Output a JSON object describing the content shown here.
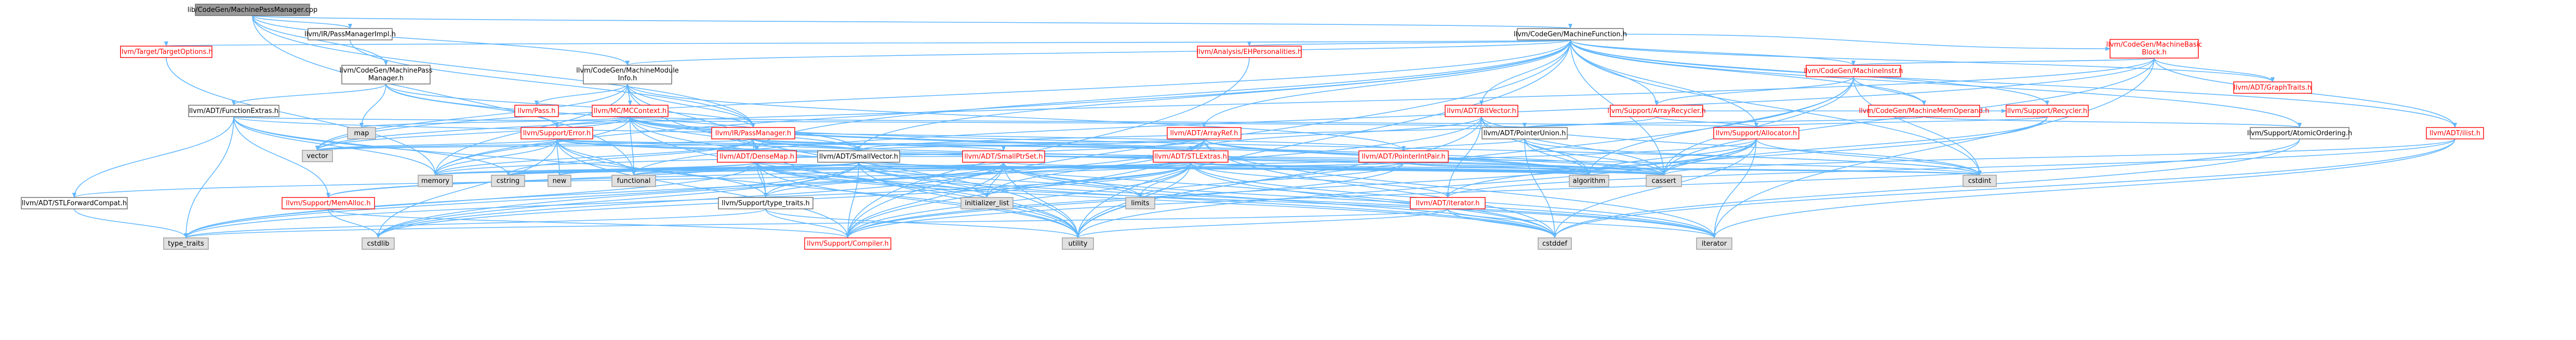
{
  "colors": {
    "background": "#ffffff",
    "edge": "#63b8ff",
    "root_fill": "#999999",
    "root_border": "#666666",
    "root_text": "#000000",
    "internal_fill": "#ffffff",
    "internal_border": "#666666",
    "internal_text": "#000000",
    "linked_fill": "#ffffff",
    "linked_border": "#ff0000",
    "linked_text": "#ff0000",
    "external_fill": "#e0e0e0",
    "external_border": "#999999",
    "external_text": "#000000"
  },
  "nodes": [
    {
      "id": "root",
      "label": "lib/CodeGen/MachinePassManager.cpp",
      "kind": "root"
    },
    {
      "id": "passmanagerimpl",
      "label": "llvm/IR/PassManagerImpl.h",
      "kind": "internal"
    },
    {
      "id": "machinefunction",
      "label": "llvm/CodeGen/MachineFunction.h",
      "kind": "internal"
    },
    {
      "id": "targetoptions",
      "label": "llvm/Target/TargetOptions.h",
      "kind": "linked"
    },
    {
      "id": "machinepassmanager",
      "label": "llvm/CodeGen/MachinePass Manager.h",
      "kind": "internal"
    },
    {
      "id": "machinemoduleinfo",
      "label": "llvm/CodeGen/MachineModule Info.h",
      "kind": "internal"
    },
    {
      "id": "ehpersonalities",
      "label": "llvm/Analysis/EHPersonalities.h",
      "kind": "linked"
    },
    {
      "id": "machinebasicblock",
      "label": "llvm/CodeGen/MachineBasic Block.h",
      "kind": "linked"
    },
    {
      "id": "machineinstr",
      "label": "llvm/CodeGen/MachineInstr.h",
      "kind": "linked"
    },
    {
      "id": "graphtraits",
      "label": "llvm/ADT/GraphTraits.h",
      "kind": "linked"
    },
    {
      "id": "functionextras",
      "label": "llvm/ADT/FunctionExtras.h",
      "kind": "internal"
    },
    {
      "id": "passh",
      "label": "llvm/Pass.h",
      "kind": "linked"
    },
    {
      "id": "mccontext",
      "label": "llvm/MC/MCContext.h",
      "kind": "linked"
    },
    {
      "id": "bitvector",
      "label": "llvm/ADT/BitVector.h",
      "kind": "linked"
    },
    {
      "id": "arrayrecycler",
      "label": "llvm/Support/ArrayRecycler.h",
      "kind": "linked"
    },
    {
      "id": "machinememoperand",
      "label": "llvm/CodeGen/MachineMemOperand.h",
      "kind": "linked"
    },
    {
      "id": "recycler",
      "label": "llvm/Support/Recycler.h",
      "kind": "linked"
    },
    {
      "id": "atomicordering",
      "label": "llvm/Support/AtomicOrdering.h",
      "kind": "internal"
    },
    {
      "id": "ilist",
      "label": "llvm/ADT/ilist.h",
      "kind": "linked"
    },
    {
      "id": "map",
      "label": "map",
      "kind": "external"
    },
    {
      "id": "supporterror",
      "label": "llvm/Support/Error.h",
      "kind": "linked"
    },
    {
      "id": "irpassmanager",
      "label": "llvm/IR/PassManager.h",
      "kind": "linked"
    },
    {
      "id": "arrayref",
      "label": "llvm/ADT/ArrayRef.h",
      "kind": "linked"
    },
    {
      "id": "pointerunion",
      "label": "llvm/ADT/PointerUnion.h",
      "kind": "internal"
    },
    {
      "id": "allocator",
      "label": "llvm/Support/Allocator.h",
      "kind": "linked"
    },
    {
      "id": "vector",
      "label": "vector",
      "kind": "external"
    },
    {
      "id": "densemap",
      "label": "llvm/ADT/DenseMap.h",
      "kind": "linked"
    },
    {
      "id": "smallvector",
      "label": "llvm/ADT/SmallVector.h",
      "kind": "internal"
    },
    {
      "id": "smallptrset",
      "label": "llvm/ADT/SmallPtrSet.h",
      "kind": "linked"
    },
    {
      "id": "stlextras",
      "label": "llvm/ADT/STLExtras.h",
      "kind": "linked"
    },
    {
      "id": "pointerintpair",
      "label": "llvm/ADT/PointerIntPair.h",
      "kind": "linked"
    },
    {
      "id": "stlforwardcompat",
      "label": "llvm/ADT/STLForwardCompat.h",
      "kind": "internal"
    },
    {
      "id": "memalloc",
      "label": "llvm/Support/MemAlloc.h",
      "kind": "linked"
    },
    {
      "id": "memory",
      "label": "memory",
      "kind": "external"
    },
    {
      "id": "cstring",
      "label": "cstring",
      "kind": "external"
    },
    {
      "id": "new",
      "label": "new",
      "kind": "external"
    },
    {
      "id": "functional",
      "label": "functional",
      "kind": "external"
    },
    {
      "id": "typetraits",
      "label": "llvm/Support/type_traits.h",
      "kind": "internal"
    },
    {
      "id": "initializerlist",
      "label": "initializer_list",
      "kind": "external"
    },
    {
      "id": "limits",
      "label": "limits",
      "kind": "external"
    },
    {
      "id": "iterator_h",
      "label": "llvm/ADT/iterator.h",
      "kind": "linked"
    },
    {
      "id": "algorithm",
      "label": "algorithm",
      "kind": "external"
    },
    {
      "id": "cassert",
      "label": "cassert",
      "kind": "external"
    },
    {
      "id": "cstdint",
      "label": "cstdint",
      "kind": "external"
    },
    {
      "id": "type_traits",
      "label": "type_traits",
      "kind": "external"
    },
    {
      "id": "cstdlib",
      "label": "cstdlib",
      "kind": "external"
    },
    {
      "id": "compiler",
      "label": "llvm/Support/Compiler.h",
      "kind": "linked"
    },
    {
      "id": "utility",
      "label": "utility",
      "kind": "external"
    },
    {
      "id": "cstddef",
      "label": "cstddef",
      "kind": "external"
    },
    {
      "id": "iterator",
      "label": "iterator",
      "kind": "external"
    }
  ],
  "edges": [
    [
      "root",
      "passmanagerimpl"
    ],
    [
      "root",
      "machinefunction"
    ],
    [
      "root",
      "machinepassmanager"
    ],
    [
      "root",
      "machinemoduleinfo"
    ],
    [
      "root",
      "functional"
    ],
    [
      "root",
      "irpassmanager"
    ],
    [
      "passmanagerimpl",
      "irpassmanager"
    ],
    [
      "machinefunction",
      "targetoptions"
    ],
    [
      "machinefunction",
      "machinemoduleinfo"
    ],
    [
      "machinefunction",
      "ehpersonalities"
    ],
    [
      "machinefunction",
      "machinebasicblock"
    ],
    [
      "machinefunction",
      "machineinstr"
    ],
    [
      "machinefunction",
      "graphtraits"
    ],
    [
      "machinefunction",
      "bitvector"
    ],
    [
      "machinefunction",
      "arrayrecycler"
    ],
    [
      "machinefunction",
      "machinememoperand"
    ],
    [
      "machinefunction",
      "recycler"
    ],
    [
      "machinefunction",
      "atomicordering"
    ],
    [
      "machinefunction",
      "ilist"
    ],
    [
      "machinefunction",
      "arrayref"
    ],
    [
      "machinefunction",
      "allocator"
    ],
    [
      "machinefunction",
      "densemap"
    ],
    [
      "machinefunction",
      "smallvector"
    ],
    [
      "machinefunction",
      "vector"
    ],
    [
      "machinefunction",
      "cassert"
    ],
    [
      "machinefunction",
      "cstdint"
    ],
    [
      "machinefunction",
      "memory"
    ],
    [
      "machinefunction",
      "utility"
    ],
    [
      "machinefunction",
      "compiler"
    ],
    [
      "targetoptions",
      "memory"
    ],
    [
      "machinepassmanager",
      "functionextras"
    ],
    [
      "machinepassmanager",
      "smallvector"
    ],
    [
      "machinepassmanager",
      "irpassmanager"
    ],
    [
      "machinepassmanager",
      "supporterror"
    ],
    [
      "machinepassmanager",
      "map"
    ],
    [
      "machinemoduleinfo",
      "passh"
    ],
    [
      "machinemoduleinfo",
      "mccontext"
    ],
    [
      "machinemoduleinfo",
      "densemap"
    ],
    [
      "machinemoduleinfo",
      "pointerintpair"
    ],
    [
      "machinemoduleinfo",
      "irpassmanager"
    ],
    [
      "machinemoduleinfo",
      "memory"
    ],
    [
      "machinemoduleinfo",
      "utility"
    ],
    [
      "machinemoduleinfo",
      "vector"
    ],
    [
      "ehpersonalities",
      "compiler"
    ],
    [
      "machinebasicblock",
      "graphtraits"
    ],
    [
      "machinebasicblock",
      "ilist"
    ],
    [
      "machinebasicblock",
      "machineinstr"
    ],
    [
      "machinebasicblock",
      "cassert"
    ],
    [
      "machinebasicblock",
      "functional"
    ],
    [
      "machinebasicblock",
      "iterator"
    ],
    [
      "machinebasicblock",
      "string"
    ],
    [
      "machinebasicblock",
      "vector"
    ],
    [
      "machineinstr",
      "densemapinfo"
    ],
    [
      "machineinstr",
      "pointersumtype"
    ],
    [
      "machineinstr",
      "machinememoperand"
    ],
    [
      "machineinstr",
      "arrayrecycler"
    ],
    [
      "machineinstr",
      "algorithm"
    ],
    [
      "machineinstr",
      "cassert"
    ],
    [
      "machineinstr",
      "cstdint"
    ],
    [
      "machineinstr",
      "utility"
    ],
    [
      "functionextras",
      "pointerintpair"
    ],
    [
      "functionextras",
      "pointerunion"
    ],
    [
      "functionextras",
      "stlforwardcompat"
    ],
    [
      "functionextras",
      "memalloc"
    ],
    [
      "functionextras",
      "typetraits"
    ],
    [
      "functionextras",
      "cstring"
    ],
    [
      "functionextras",
      "memory"
    ],
    [
      "functionextras",
      "type_traits"
    ],
    [
      "passh",
      "string"
    ],
    [
      "mccontext",
      "densemap"
    ],
    [
      "mccontext",
      "smallvector"
    ],
    [
      "mccontext",
      "supporterror"
    ],
    [
      "mccontext",
      "allocator"
    ],
    [
      "mccontext",
      "algorithm"
    ],
    [
      "mccontext",
      "cassert"
    ],
    [
      "mccontext",
      "cstddef"
    ],
    [
      "mccontext",
      "cstdint"
    ],
    [
      "mccontext",
      "functional"
    ],
    [
      "mccontext",
      "map"
    ],
    [
      "mccontext",
      "memory"
    ],
    [
      "mccontext",
      "utility"
    ],
    [
      "mccontext",
      "vector"
    ],
    [
      "bitvector",
      "stlextras"
    ],
    [
      "bitvector",
      "iterator_h"
    ],
    [
      "bitvector",
      "algorithm"
    ],
    [
      "bitvector",
      "cassert"
    ],
    [
      "bitvector",
      "climits"
    ],
    [
      "bitvector",
      "cstdint"
    ],
    [
      "bitvector",
      "cstdlib"
    ],
    [
      "bitvector",
      "utility"
    ],
    [
      "arrayrecycler",
      "smallvector"
    ],
    [
      "arrayrecycler",
      "allocator"
    ],
    [
      "arrayrecycler",
      "recycler"
    ],
    [
      "machinememoperand",
      "bitmaskenum"
    ],
    [
      "machinememoperand",
      "pointerunion"
    ],
    [
      "machinememoperand",
      "atomicordering"
    ],
    [
      "recycler",
      "iterator_h"
    ],
    [
      "recycler",
      "allocator"
    ],
    [
      "recycler",
      "cassert"
    ],
    [
      "atomicordering",
      "cstddef"
    ],
    [
      "atomicordering",
      "compiler"
    ],
    [
      "ilist",
      "iterator_h"
    ],
    [
      "ilist",
      "cassert"
    ],
    [
      "ilist",
      "cstddef"
    ],
    [
      "ilist",
      "iterator"
    ],
    [
      "supporterror",
      "stlextras"
    ],
    [
      "supporterror",
      "smallvector"
    ],
    [
      "supporterror",
      "compiler"
    ],
    [
      "supporterror",
      "algorithm"
    ],
    [
      "supporterror",
      "cassert"
    ],
    [
      "supporterror",
      "cstdint"
    ],
    [
      "supporterror",
      "cstdlib"
    ],
    [
      "supporterror",
      "functional"
    ],
    [
      "supporterror",
      "memory"
    ],
    [
      "supporterror",
      "new"
    ],
    [
      "supporterror",
      "utility"
    ],
    [
      "supporterror",
      "vector"
    ],
    [
      "irpassmanager",
      "densemap"
    ],
    [
      "irpassmanager",
      "stlextras"
    ],
    [
      "irpassmanager",
      "smallptrset"
    ],
    [
      "irpassmanager",
      "smallvector"
    ],
    [
      "irpassmanager",
      "typetraits"
    ],
    [
      "irpassmanager",
      "cassert"
    ],
    [
      "irpassmanager",
      "cstring"
    ],
    [
      "irpassmanager",
      "memory"
    ],
    [
      "irpassmanager",
      "utility"
    ],
    [
      "irpassmanager",
      "vector"
    ],
    [
      "arrayref",
      "stlextras"
    ],
    [
      "arrayref",
      "smallvector"
    ],
    [
      "arrayref",
      "compiler"
    ],
    [
      "arrayref",
      "algorithm"
    ],
    [
      "arrayref",
      "cassert"
    ],
    [
      "arrayref",
      "cstddef"
    ],
    [
      "arrayref",
      "initializerlist"
    ],
    [
      "arrayref",
      "iterator"
    ],
    [
      "arrayref",
      "memory"
    ],
    [
      "arrayref",
      "type_traits"
    ],
    [
      "arrayref",
      "vector"
    ],
    [
      "pointerunion",
      "pointerintpair"
    ],
    [
      "pointerunion",
      "algorithm"
    ],
    [
      "pointerunion",
      "cassert"
    ],
    [
      "pointerunion",
      "cstddef"
    ],
    [
      "pointerunion",
      "cstdint"
    ],
    [
      "allocator",
      "compiler"
    ],
    [
      "allocator",
      "memalloc"
    ],
    [
      "allocator",
      "algorithm"
    ],
    [
      "allocator",
      "cassert"
    ],
    [
      "allocator",
      "cstddef"
    ],
    [
      "allocator",
      "cstdint"
    ],
    [
      "allocator",
      "iterator"
    ],
    [
      "allocator",
      "utility"
    ],
    [
      "densemap",
      "stlextras"
    ],
    [
      "densemap",
      "memalloc"
    ],
    [
      "densemap",
      "typetraits"
    ],
    [
      "densemap",
      "algorithm"
    ],
    [
      "densemap",
      "cassert"
    ],
    [
      "densemap",
      "cstddef"
    ],
    [
      "densemap",
      "cstring"
    ],
    [
      "densemap",
      "initializerlist"
    ],
    [
      "densemap",
      "iterator"
    ],
    [
      "densemap",
      "new"
    ],
    [
      "densemap",
      "type_traits"
    ],
    [
      "densemap",
      "utility"
    ],
    [
      "smallvector",
      "compiler"
    ],
    [
      "smallvector",
      "typetraits"
    ],
    [
      "smallvector",
      "algorithm"
    ],
    [
      "smallvector",
      "cassert"
    ],
    [
      "smallvector",
      "cstddef"
    ],
    [
      "smallvector",
      "cstdlib"
    ],
    [
      "smallvector",
      "cstring"
    ],
    [
      "smallvector",
      "functional"
    ],
    [
      "smallvector",
      "initializerlist"
    ],
    [
      "smallvector",
      "iterator"
    ],
    [
      "smallvector",
      "limits"
    ],
    [
      "smallvector",
      "memory"
    ],
    [
      "smallvector",
      "new"
    ],
    [
      "smallvector",
      "type_traits"
    ],
    [
      "smallvector",
      "utility"
    ],
    [
      "smallptrset",
      "compiler"
    ],
    [
      "smallptrset",
      "typetraits"
    ],
    [
      "smallptrset",
      "cassert"
    ],
    [
      "smallptrset",
      "cstddef"
    ],
    [
      "smallptrset",
      "cstdlib"
    ],
    [
      "smallptrset",
      "cstring"
    ],
    [
      "smallptrset",
      "initializerlist"
    ],
    [
      "smallptrset",
      "iterator"
    ],
    [
      "smallptrset",
      "limits"
    ],
    [
      "smallptrset",
      "utility"
    ],
    [
      "stlextras",
      "stlforwardcompat"
    ],
    [
      "stlextras",
      "iterator_h"
    ],
    [
      "stlextras",
      "compiler"
    ],
    [
      "stlextras",
      "algorithm"
    ],
    [
      "stlextras",
      "cassert"
    ],
    [
      "stlextras",
      "cstddef"
    ],
    [
      "stlextras",
      "cstdint"
    ],
    [
      "stlextras",
      "cstdlib"
    ],
    [
      "stlextras",
      "functional"
    ],
    [
      "stlextras",
      "initializerlist"
    ],
    [
      "stlextras",
      "iterator"
    ],
    [
      "stlextras",
      "limits"
    ],
    [
      "stlextras",
      "memory"
    ],
    [
      "stlextras",
      "type_traits"
    ],
    [
      "stlextras",
      "utility"
    ],
    [
      "pointerintpair",
      "compiler"
    ],
    [
      "pointerintpair",
      "cassert"
    ],
    [
      "pointerintpair",
      "cstdint"
    ],
    [
      "pointerintpair",
      "cstring"
    ],
    [
      "pointerintpair",
      "limits"
    ],
    [
      "stlforwardcompat",
      "type_traits"
    ],
    [
      "memalloc",
      "compiler"
    ],
    [
      "memalloc",
      "cstdlib"
    ],
    [
      "typetraits",
      "compiler"
    ],
    [
      "typetraits",
      "type_traits"
    ],
    [
      "typetraits",
      "utility"
    ],
    [
      "iterator_h",
      "cstddef"
    ],
    [
      "iterator_h",
      "iterator"
    ],
    [
      "iterator_h",
      "type_traits"
    ],
    [
      "iterator_h",
      "utility"
    ]
  ]
}
